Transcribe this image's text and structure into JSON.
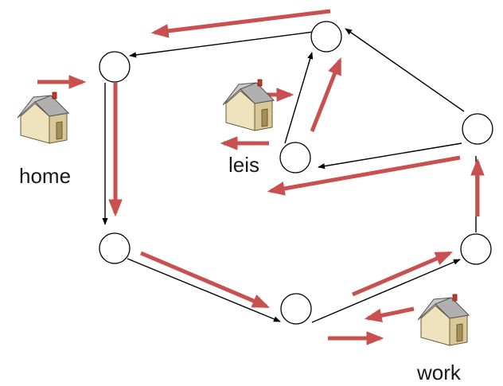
{
  "labels": {
    "home": "home",
    "leisure": "leis",
    "work": "work"
  },
  "colors": {
    "activity_arrow": "#c8504f",
    "link_arrow": "#000000",
    "node_fill": "#ffffff",
    "node_stroke": "#000000",
    "house_wall": "#e9dcb4",
    "house_roof": "#bfbfbf",
    "house_door": "#a48f5a",
    "chimney": "#c0392b"
  },
  "icons": {
    "house": "house-icon"
  }
}
